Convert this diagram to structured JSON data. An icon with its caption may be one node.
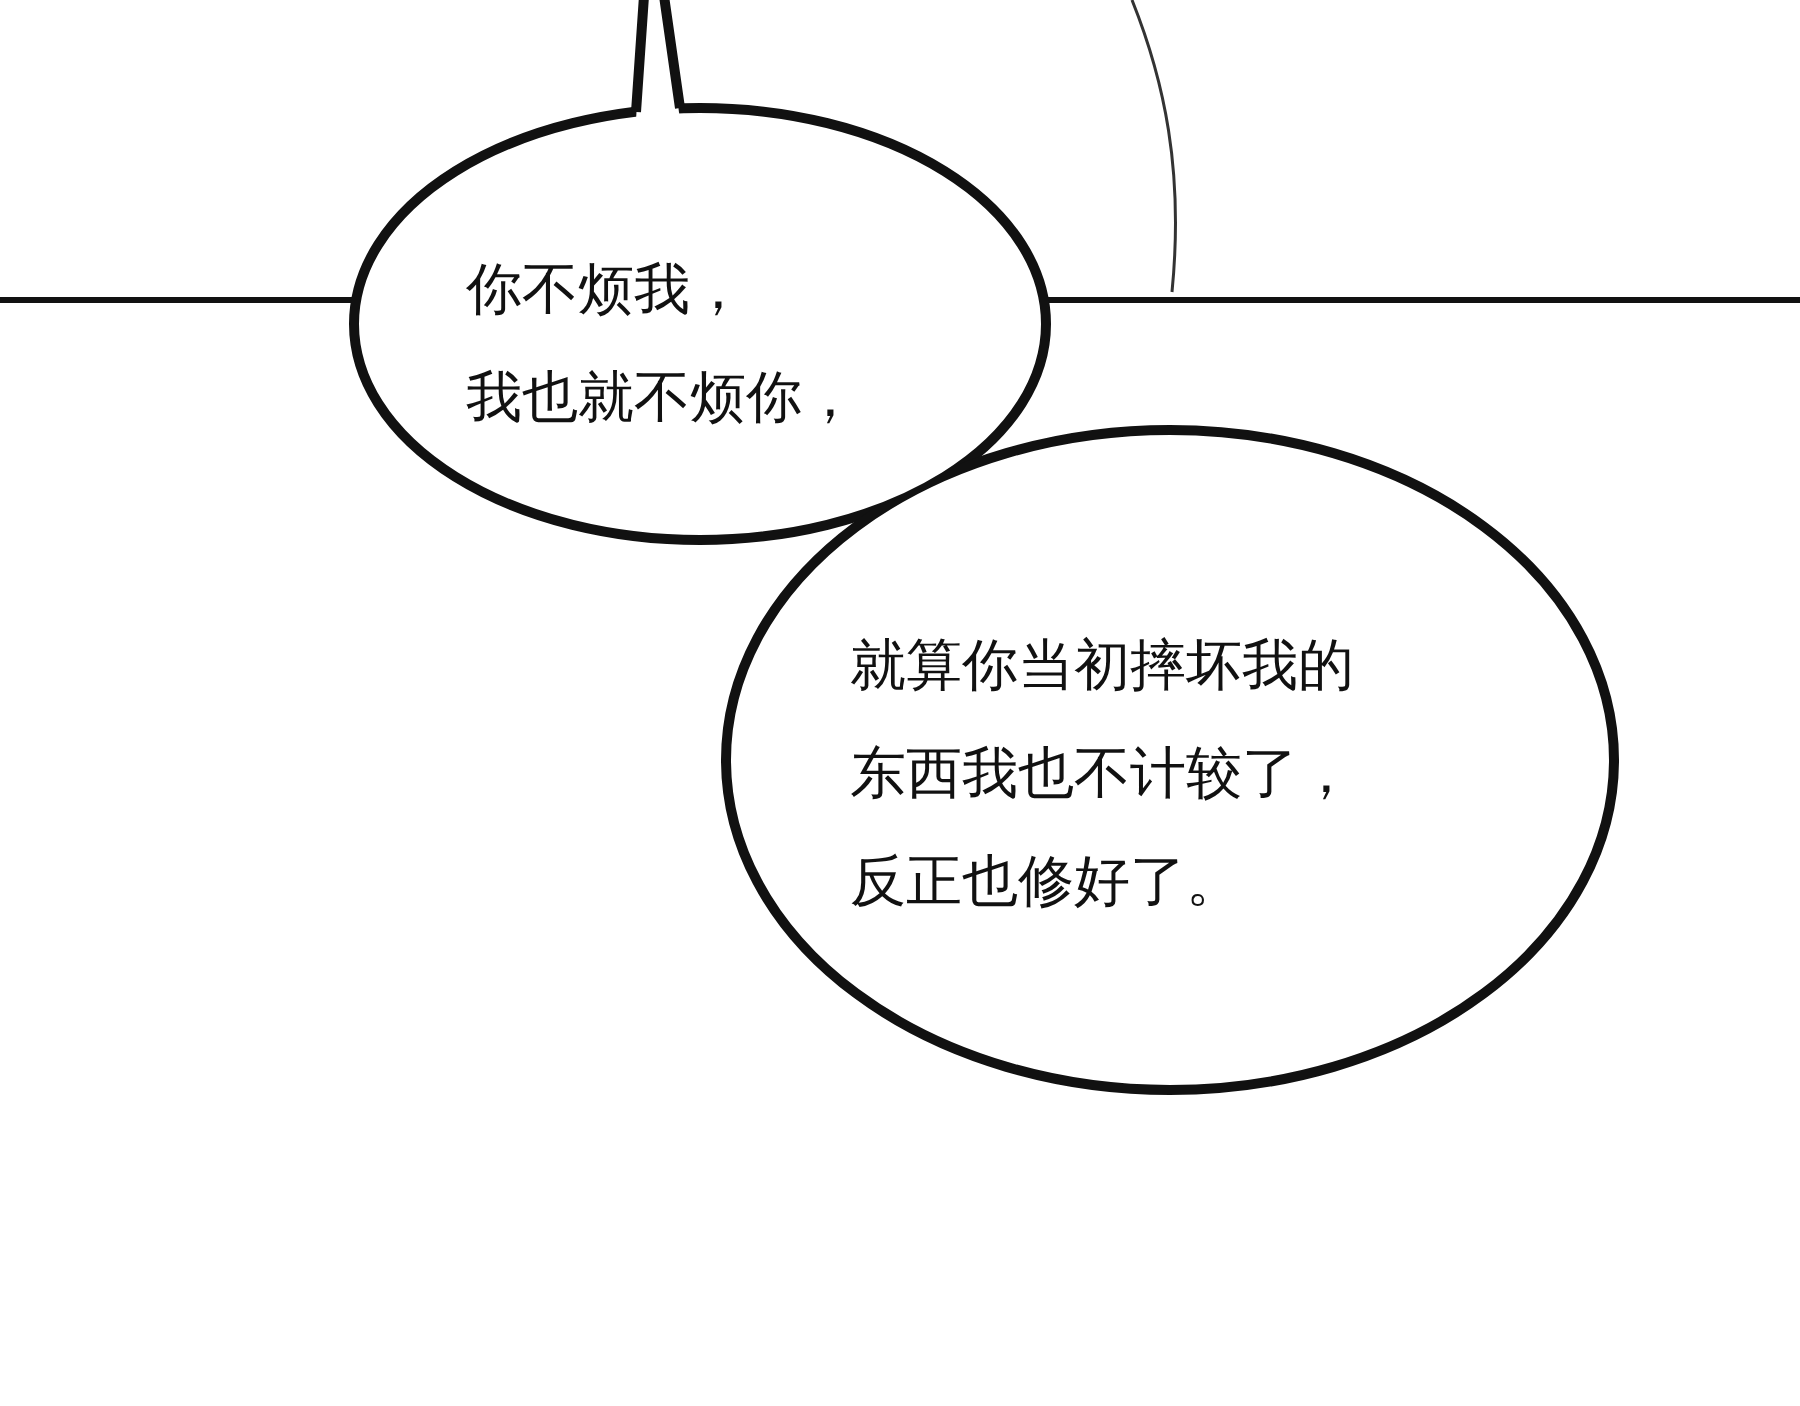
{
  "diagram": {
    "nodes": [
      {
        "text": [
          "你不烦我，",
          "我也就不烦你，"
        ]
      },
      {
        "text": [
          "就算你当初摔坏我的东西我也不计较了，反正也修好了。"
        ]
      }
    ]
  }
}
